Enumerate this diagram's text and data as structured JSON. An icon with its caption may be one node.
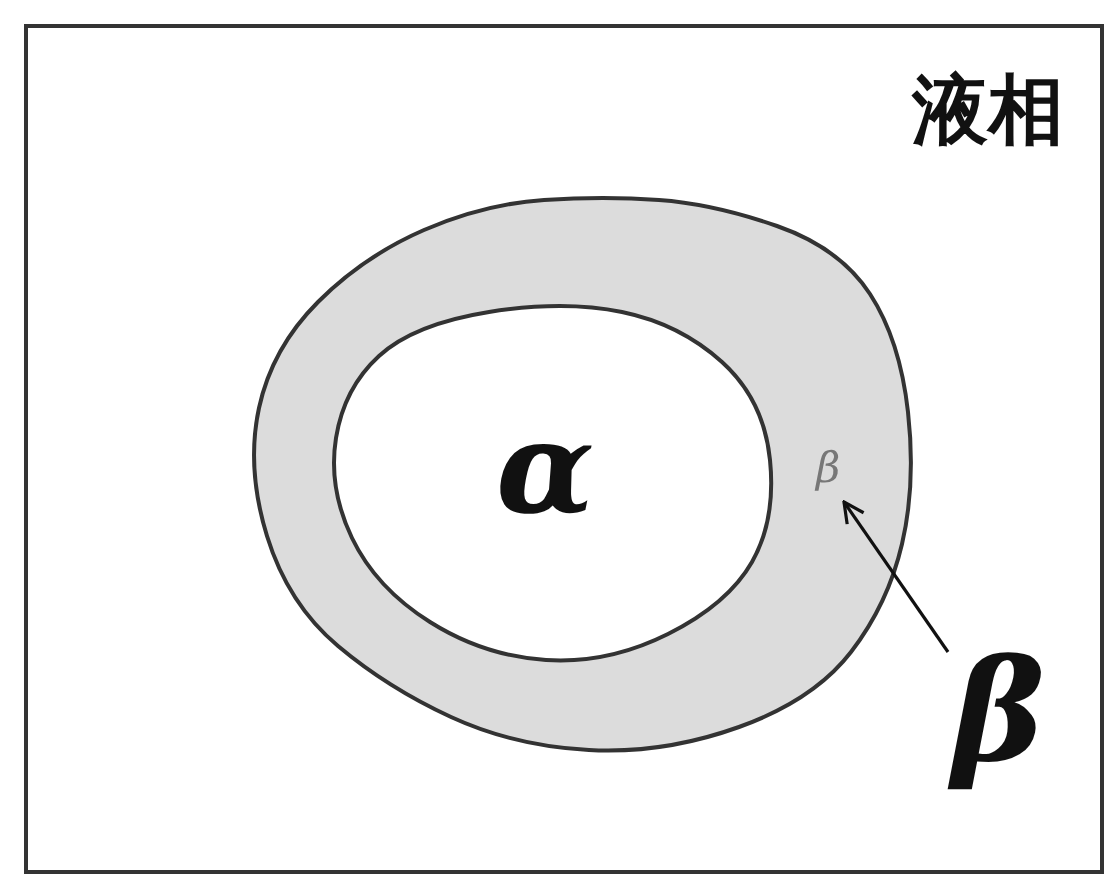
{
  "diagram": {
    "nodes": [
      {
        "text": [
          "液相"
        ]
      },
      {
        "text": [
          "β"
        ],
        "in": 0
      },
      {
        "text": [
          "α"
        ],
        "in": 1
      },
      {
        "text": [
          "β"
        ],
        "in": 0
      }
    ],
    "edges": [
      {
        "from": 3,
        "to": 1,
        "arrow": "to"
      }
    ]
  }
}
